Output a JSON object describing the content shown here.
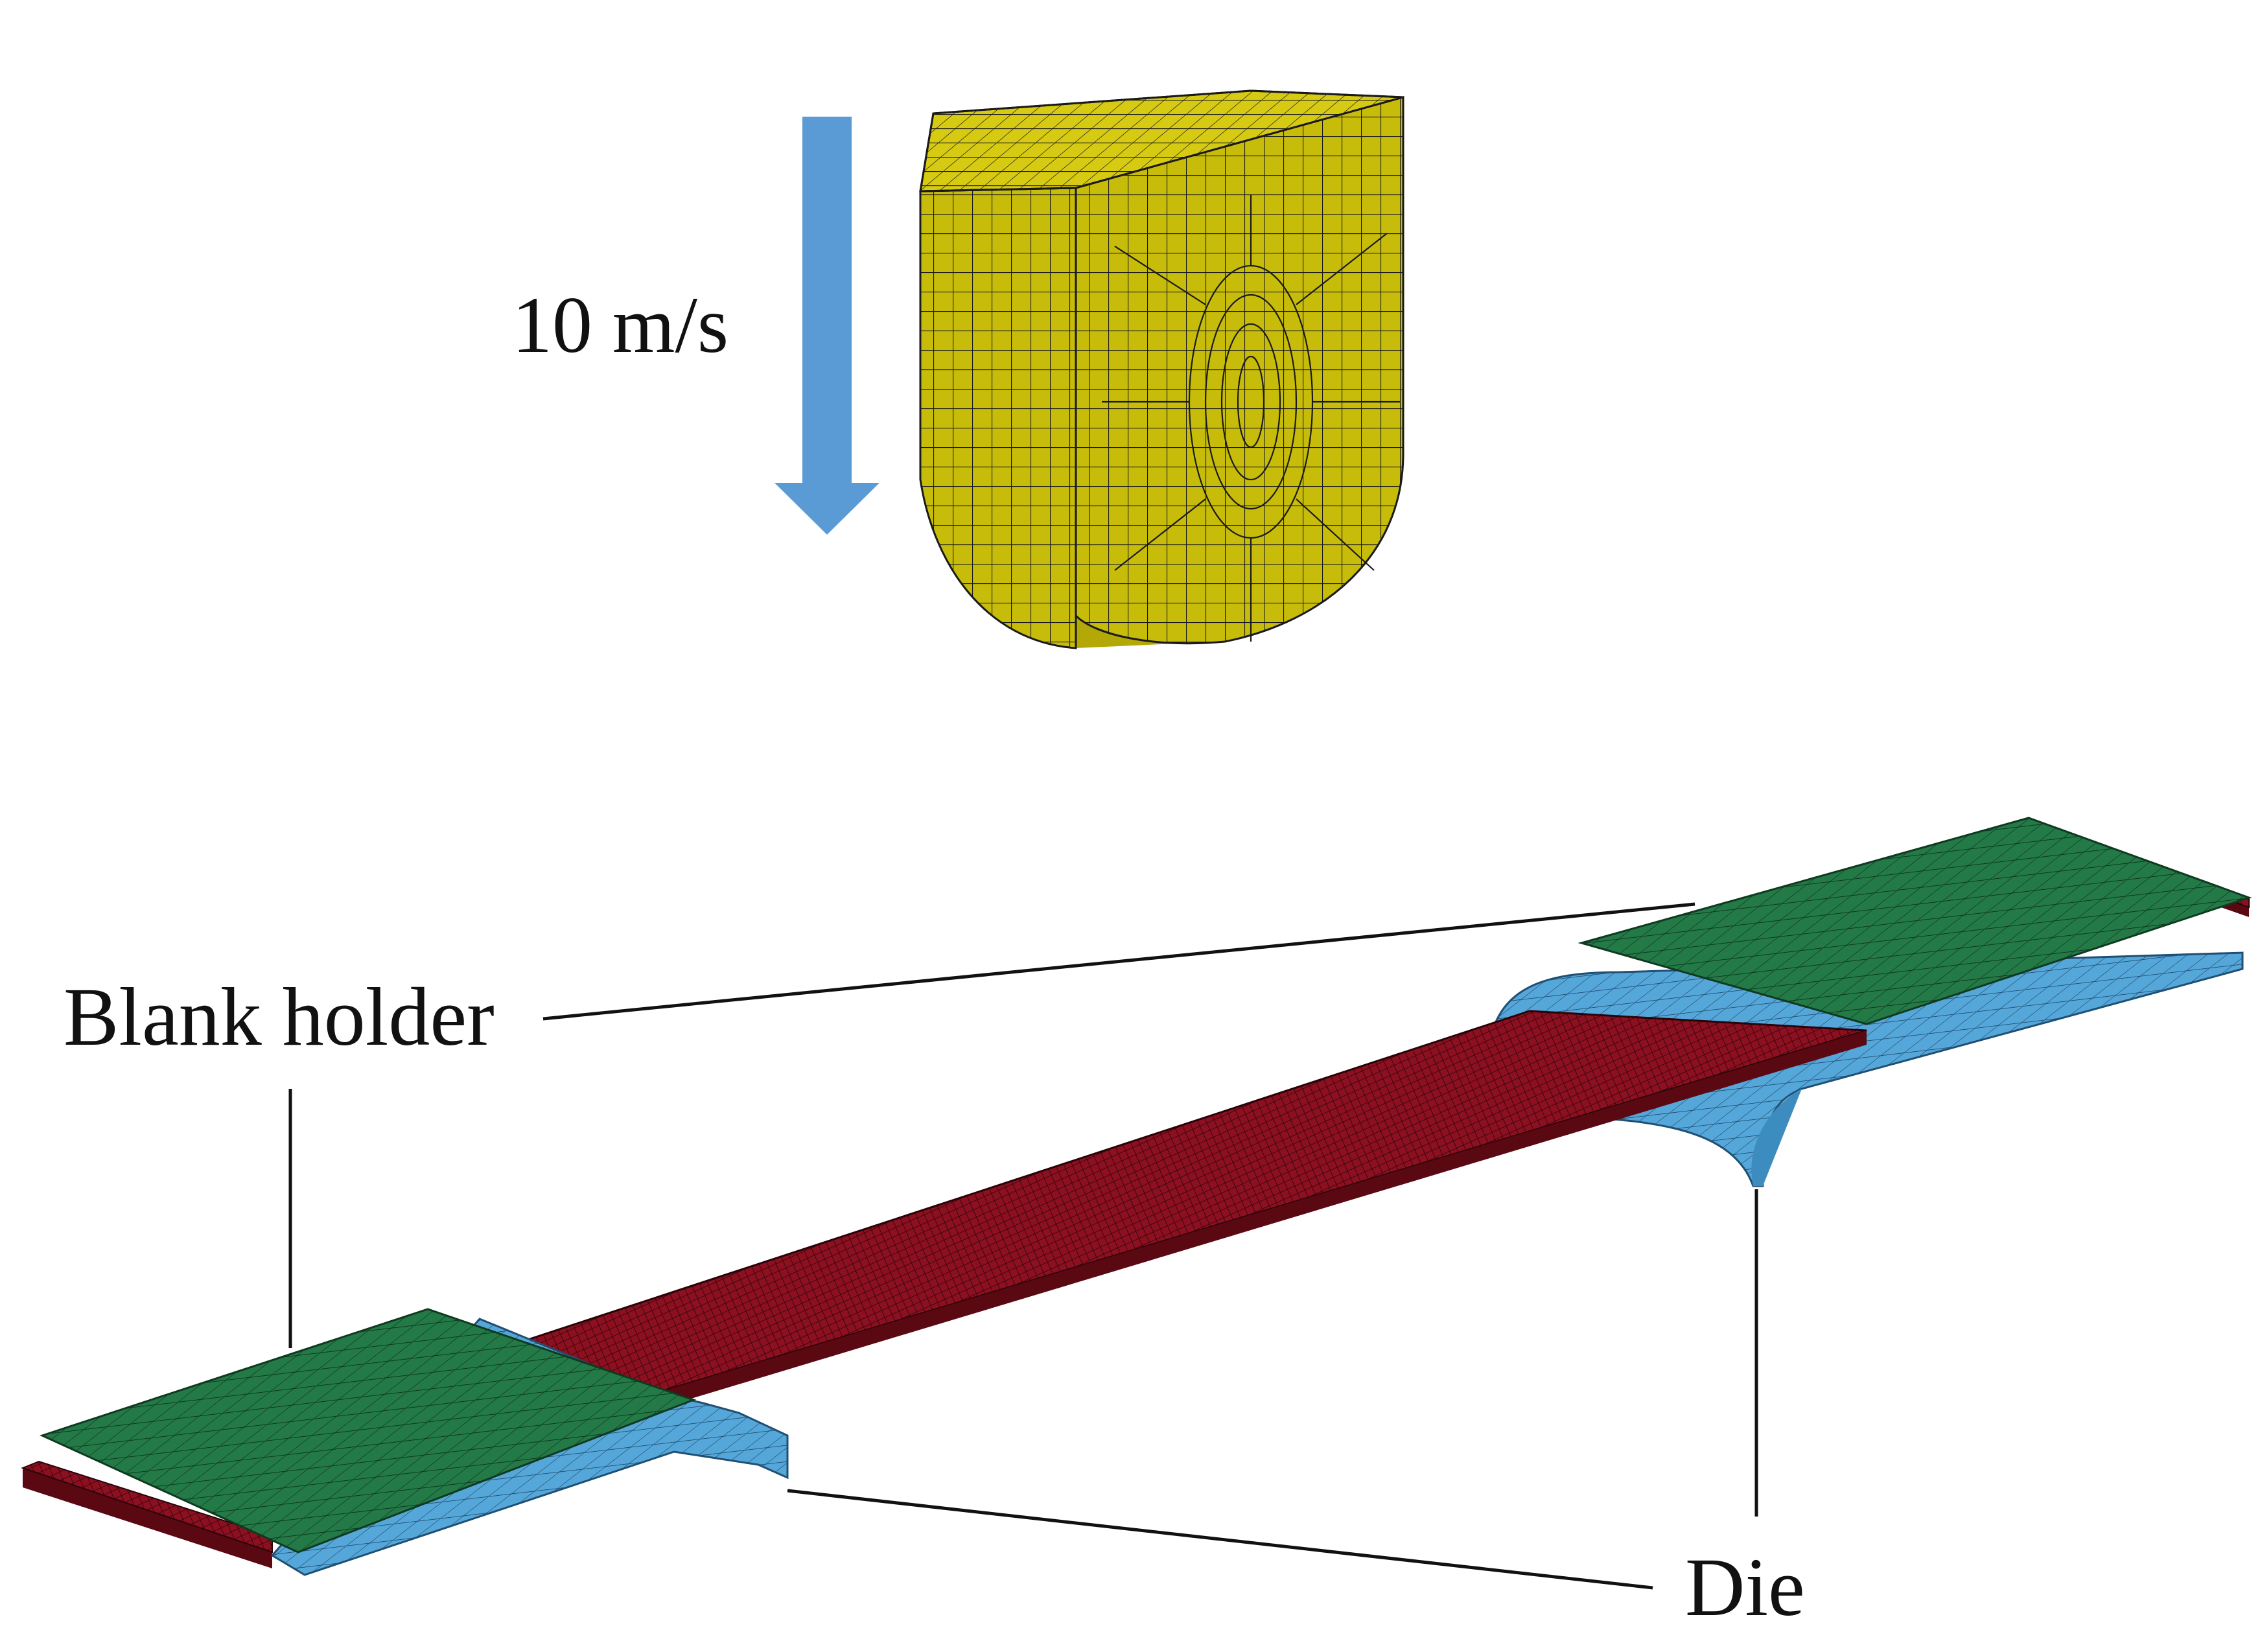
{
  "labels": {
    "velocity": "10 m/s",
    "blank_holder": "Blank holder",
    "die": "Die"
  },
  "colors": {
    "punch": "#c8bc0a",
    "punch_top": "#d9cd14",
    "punch_side": "#b3a806",
    "blank_holder": "#237a47",
    "die": "#56a7d9",
    "specimen": "#8c1020",
    "specimen_dark": "#5a0812",
    "arrow": "#5b9bd5",
    "leader_line": "#111111",
    "mesh_line": "#1a1a1a"
  },
  "icons": {
    "velocity_arrow": "down-arrow"
  }
}
